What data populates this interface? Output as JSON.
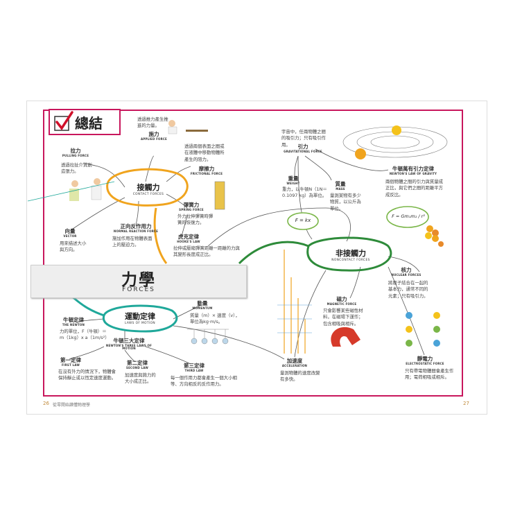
{
  "header": {
    "summary_title": "總結"
  },
  "banner": {
    "title_zh": "力學",
    "title_en": "FORCES"
  },
  "hubs": {
    "contact": {
      "zh": "接觸力",
      "en": "CONTACT FORCES"
    },
    "noncontact": {
      "zh": "非接觸力",
      "en": "NONCONTACT FORCES"
    },
    "motion": {
      "zh": "運動定律",
      "en": "LAWS OF MOTION"
    }
  },
  "nodes": {
    "pulling": {
      "zh": "拉力",
      "en": "PULLING FORCE",
      "desc": "透過拉扯介質創造張力。"
    },
    "push": {
      "zh": "施力",
      "en": "APPLIED FORCE",
      "desc": "透過推力產生推進的力量。"
    },
    "friction": {
      "zh": "摩擦力",
      "en": "FRICTIONAL FORCE",
      "desc": "透過兩個表面之間或在液體中移動物體所產生的阻力。"
    },
    "spring": {
      "zh": "彈簧力",
      "en": "SPRING FORCE",
      "desc": "外力拉伸彈簧時彈簧的恢復力。"
    },
    "vector": {
      "zh": "向量",
      "en": "VECTOR",
      "desc": "用來描述大小與方向。"
    },
    "normal": {
      "zh": "正向反作用力",
      "en": "NORMAL REACTION FORCE",
      "desc": "施加作用在物體表面上的壓迫力。"
    },
    "hooke": {
      "zh": "虎克定律",
      "en": "HOOKE'S LAW",
      "desc": "拉伸或壓縮彈簧距離一距離的力與其變形長度成正比。"
    },
    "gravity": {
      "zh": "引力",
      "en": "GRAVITATIONAL FORCE",
      "desc": "宇宙中，任兩物體之間的吸引力；只有吸引作用。"
    },
    "weight": {
      "zh": "重量",
      "en": "WEIGHT",
      "desc": "重力，以牛頓N（1N＝0.1097 kg）為單位。"
    },
    "mass": {
      "zh": "質量",
      "en": "MASS",
      "desc": "量測某物有多少物質，以公斤為單位。"
    },
    "newton_gravity": {
      "zh": "牛頓萬有引力定律",
      "en": "NEWTON'S LAW OF GRAVITY",
      "desc": "兩個物體之間的引力與質量成正比，與它們之間的距離平方成反比。"
    },
    "nuclear": {
      "zh": "核力",
      "en": "NUCLEAR FORCES",
      "desc": "將原子結合在一起的基本力，通常不同的元素；只有吸引力。"
    },
    "magnetic": {
      "zh": "磁力",
      "en": "MAGNETIC FORCE",
      "desc": "只會影響某些磁性材料，在磁場下運作；包含相吸與相斥。"
    },
    "electrostatic": {
      "zh": "靜電力",
      "en": "ELECTROSTATIC FORCE",
      "desc": "只有帶電物體間會產生作用；電荷相吸或相斥。"
    },
    "acceleration": {
      "zh": "加速度",
      "en": "ACCELERATION",
      "desc": "量測物體的速度改變有多快。"
    },
    "momentum": {
      "zh": "動量",
      "en": "MOMENTUM",
      "desc": "質量（m）× 速度（v），單位為kg·m/s。"
    },
    "newton": {
      "zh": "牛頓定律",
      "en": "THE NEWTON",
      "desc": "力的單位，F（牛頓）＝m（1kg）x a（1m/s²）"
    },
    "three_laws": {
      "zh": "牛頓三大定律",
      "en": "NEWTON'S THREE LAWS OF MOTION",
      "desc": ""
    },
    "first": {
      "zh": "第一定律",
      "en": "FIRST LAW",
      "desc": "在沒有外力的情況下，物體會保持靜止或以恆定速度運動。"
    },
    "second": {
      "zh": "第二定律",
      "en": "SECOND LAW",
      "desc": "加速度與施力的大小成正比。"
    },
    "third": {
      "zh": "第三定律",
      "en": "THIRD LAW",
      "desc": "每一個作用力都會產生一個大小相等、方向相反的反作用力。"
    }
  },
  "formulas": {
    "spring": "F = kx",
    "gravity": "F = Gm₁m₂ / r²"
  },
  "footer": {
    "page_left": "26",
    "book_title": "從零開始讀懂物理學",
    "page_right": "27"
  },
  "colors": {
    "frame": "#c8165c",
    "contact": "#f0a41e",
    "noncontact": "#2e8b3a",
    "motion": "#1fa89a",
    "check": "#d0102a"
  }
}
